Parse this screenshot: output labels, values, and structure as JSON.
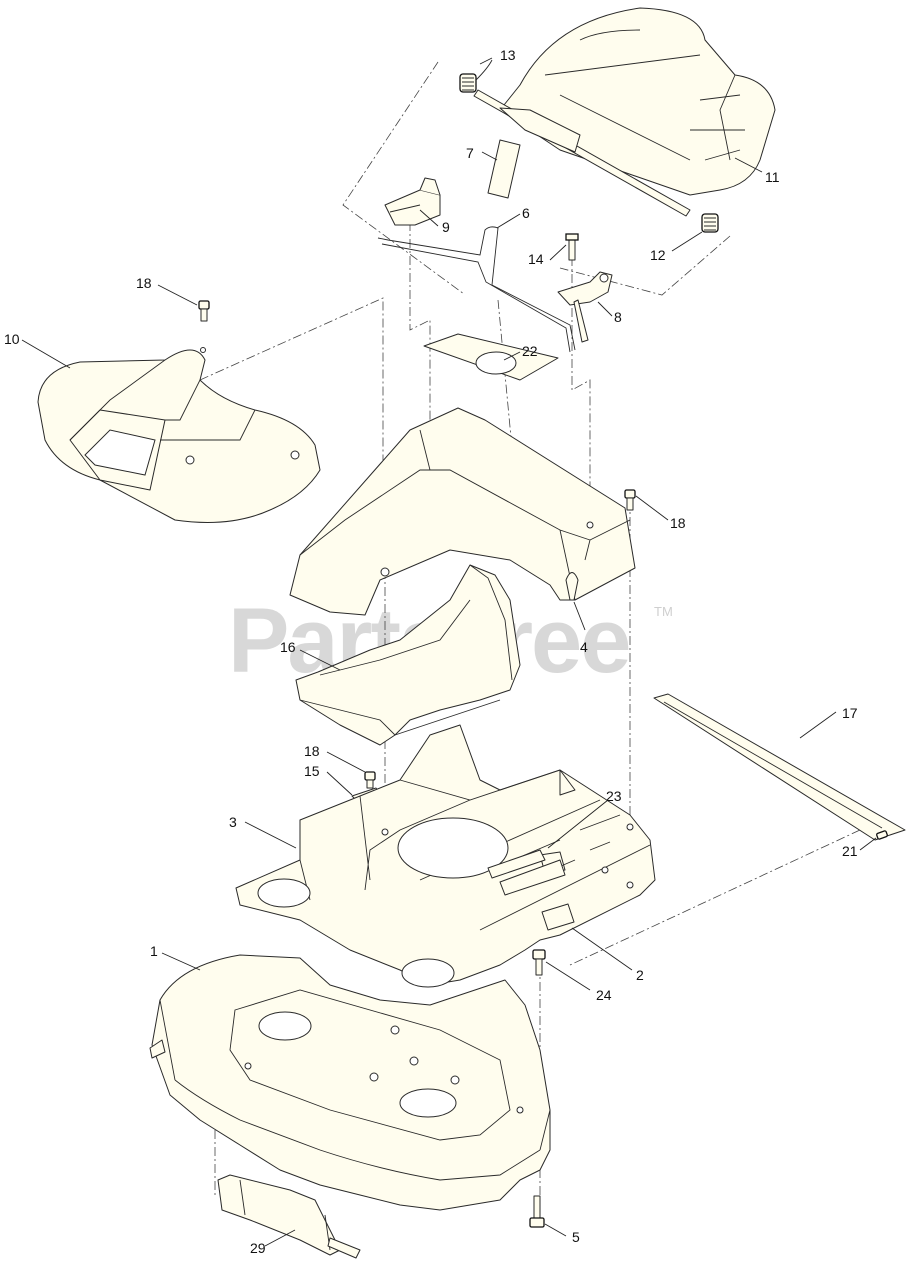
{
  "diagram": {
    "watermark": "PartsTree",
    "trademark": "TM",
    "callouts": [
      "13",
      "11",
      "7",
      "9",
      "6",
      "14",
      "8",
      "12",
      "18",
      "10",
      "22",
      "18",
      "4",
      "16",
      "17",
      "18",
      "15",
      "23",
      "3",
      "21",
      "2",
      "24",
      "1",
      "5",
      "29"
    ]
  }
}
